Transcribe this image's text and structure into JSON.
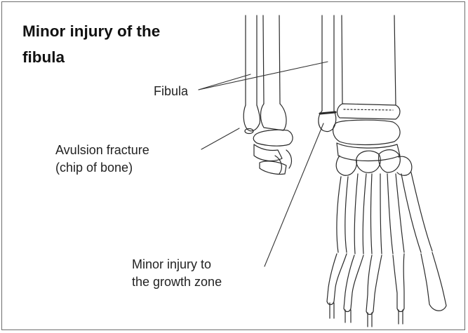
{
  "title": "Minor injury of the fibula",
  "labels": {
    "fibula": "Fibula",
    "avulsion_line1": "Avulsion fracture",
    "avulsion_line2": "(chip of bone)",
    "growth_line1": "Minor injury to",
    "growth_line2": "the growth zone"
  },
  "colors": {
    "border": "#6d6d6d",
    "ink": "#2a2a2a",
    "text": "#222222"
  }
}
